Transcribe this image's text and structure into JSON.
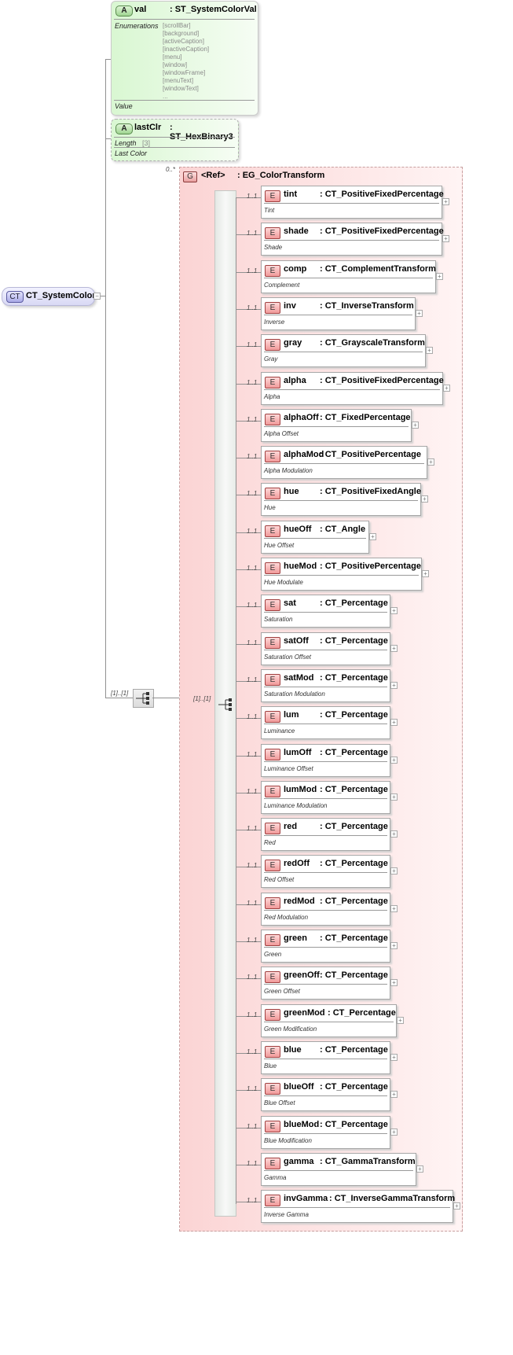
{
  "root": {
    "badge": "CT",
    "name": "CT_SystemColor",
    "expander": "−"
  },
  "attr_val": {
    "badge": "A",
    "name": "val",
    "type": ": ST_SystemColorVal",
    "enum_label": "Enumerations",
    "enumerations": [
      "[scrollBar]",
      "[background]",
      "[activeCaption]",
      "[inactiveCaption]",
      "[menu]",
      "[window]",
      "[windowFrame]",
      "[menuText]",
      "[windowText]",
      "..."
    ],
    "doc": "Value"
  },
  "attr_lastclr": {
    "badge": "A",
    "name": "lastClr",
    "type": ": ST_HexBinary3",
    "length_label": "Length",
    "length_value": "[3]",
    "doc": "Last Color"
  },
  "group": {
    "badge": "G",
    "name": "<Ref>",
    "type": ": EG_ColorTransform",
    "occurrence": "0..*"
  },
  "root_sequence_occurrence": "[1]..[1]",
  "group_sequence_occurrence": "[1]..[1]",
  "elements": [
    {
      "badge": "E",
      "name": "tint",
      "type": ": CT_PositiveFixedPercentage",
      "doc": "Tint",
      "occ": "1..1",
      "expander": "+"
    },
    {
      "badge": "E",
      "name": "shade",
      "type": ": CT_PositiveFixedPercentage",
      "doc": "Shade",
      "occ": "1..1",
      "expander": "+"
    },
    {
      "badge": "E",
      "name": "comp",
      "type": ": CT_ComplementTransform",
      "doc": "Complement",
      "occ": "1..1",
      "expander": "+"
    },
    {
      "badge": "E",
      "name": "inv",
      "type": ": CT_InverseTransform",
      "doc": "Inverse",
      "occ": "1..1",
      "expander": "+"
    },
    {
      "badge": "E",
      "name": "gray",
      "type": ": CT_GrayscaleTransform",
      "doc": "Gray",
      "occ": "1..1",
      "expander": "+"
    },
    {
      "badge": "E",
      "name": "alpha",
      "type": ": CT_PositiveFixedPercentage",
      "doc": "Alpha",
      "occ": "1..1",
      "expander": "+"
    },
    {
      "badge": "E",
      "name": "alphaOff",
      "type": ": CT_FixedPercentage",
      "doc": "Alpha Offset",
      "occ": "1..1",
      "expander": "+"
    },
    {
      "badge": "E",
      "name": "alphaMod",
      "type": ": CT_PositivePercentage",
      "doc": "Alpha Modulation",
      "occ": "1..1",
      "expander": "+"
    },
    {
      "badge": "E",
      "name": "hue",
      "type": ": CT_PositiveFixedAngle",
      "doc": "Hue",
      "occ": "1..1",
      "expander": "+"
    },
    {
      "badge": "E",
      "name": "hueOff",
      "type": ": CT_Angle",
      "doc": "Hue Offset",
      "occ": "1..1",
      "expander": "+"
    },
    {
      "badge": "E",
      "name": "hueMod",
      "type": ": CT_PositivePercentage",
      "doc": "Hue Modulate",
      "occ": "1..1",
      "expander": "+"
    },
    {
      "badge": "E",
      "name": "sat",
      "type": ": CT_Percentage",
      "doc": "Saturation",
      "occ": "1..1",
      "expander": "+"
    },
    {
      "badge": "E",
      "name": "satOff",
      "type": ": CT_Percentage",
      "doc": "Saturation Offset",
      "occ": "1..1",
      "expander": "+"
    },
    {
      "badge": "E",
      "name": "satMod",
      "type": ": CT_Percentage",
      "doc": "Saturation Modulation",
      "occ": "1..1",
      "expander": "+"
    },
    {
      "badge": "E",
      "name": "lum",
      "type": ": CT_Percentage",
      "doc": "Luminance",
      "occ": "1..1",
      "expander": "+"
    },
    {
      "badge": "E",
      "name": "lumOff",
      "type": ": CT_Percentage",
      "doc": "Luminance Offset",
      "occ": "1..1",
      "expander": "+"
    },
    {
      "badge": "E",
      "name": "lumMod",
      "type": ": CT_Percentage",
      "doc": "Luminance Modulation",
      "occ": "1..1",
      "expander": "+"
    },
    {
      "badge": "E",
      "name": "red",
      "type": ": CT_Percentage",
      "doc": "Red",
      "occ": "1..1",
      "expander": "+"
    },
    {
      "badge": "E",
      "name": "redOff",
      "type": ": CT_Percentage",
      "doc": "Red Offset",
      "occ": "1..1",
      "expander": "+"
    },
    {
      "badge": "E",
      "name": "redMod",
      "type": ": CT_Percentage",
      "doc": "Red Modulation",
      "occ": "1..1",
      "expander": "+"
    },
    {
      "badge": "E",
      "name": "green",
      "type": ": CT_Percentage",
      "doc": "Green",
      "occ": "1..1",
      "expander": "+"
    },
    {
      "badge": "E",
      "name": "greenOff",
      "type": ": CT_Percentage",
      "doc": "Green Offset",
      "occ": "1..1",
      "expander": "+"
    },
    {
      "badge": "E",
      "name": "greenMod",
      "type": ": CT_Percentage",
      "doc": "Green Modification",
      "occ": "1..1",
      "expander": "+"
    },
    {
      "badge": "E",
      "name": "blue",
      "type": ": CT_Percentage",
      "doc": "Blue",
      "occ": "1..1",
      "expander": "+"
    },
    {
      "badge": "E",
      "name": "blueOff",
      "type": ": CT_Percentage",
      "doc": "Blue Offset",
      "occ": "1..1",
      "expander": "+"
    },
    {
      "badge": "E",
      "name": "blueMod",
      "type": ": CT_Percentage",
      "doc": "Blue Modification",
      "occ": "1..1",
      "expander": "+"
    },
    {
      "badge": "E",
      "name": "gamma",
      "type": ": CT_GammaTransform",
      "doc": "Gamma",
      "occ": "1..1",
      "expander": "+"
    },
    {
      "badge": "E",
      "name": "invGamma",
      "type": ": CT_InverseGammaTransform",
      "doc": "Inverse Gamma",
      "occ": "1..1",
      "expander": "+"
    }
  ],
  "colors": {
    "attribute_fill": "#dff7d8",
    "group_fill": "#fbd4d4",
    "element_badge": "#f09a9a",
    "complex_type_fill": "#d8d8f4"
  }
}
